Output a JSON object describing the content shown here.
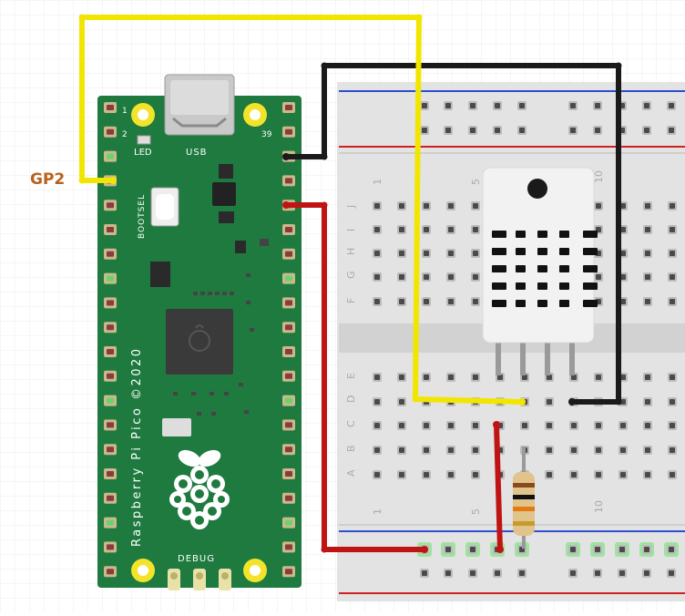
{
  "signal_label": "GP2",
  "board": {
    "pin_1": "1",
    "pin_2": "2",
    "pin_39": "39",
    "led": "LED",
    "usb": "USB",
    "bootsel": "BOOTSEL",
    "name": "Raspberry Pi Pico ©2020",
    "debug": "DEBUG"
  },
  "breadboard": {
    "rows_top": [
      "J",
      "I",
      "H",
      "G",
      "F"
    ],
    "rows_bottom": [
      "E",
      "D",
      "C",
      "B",
      "A"
    ],
    "col_labels": [
      "1",
      "5",
      "10"
    ]
  },
  "colors": {
    "board": "#1f7a3f",
    "yellow_wire": "#f2e600",
    "black_wire": "#1a1a1a",
    "red_wire": "#c01414",
    "label": "#b8621e"
  }
}
